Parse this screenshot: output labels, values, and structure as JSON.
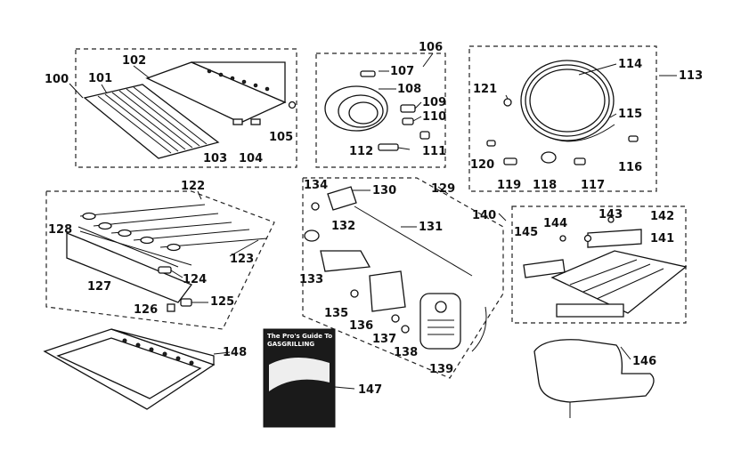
{
  "callouts": {
    "c100": "100",
    "c101": "101",
    "c102": "102",
    "c103": "103",
    "c104": "104",
    "c105": "105",
    "c106": "106",
    "c107": "107",
    "c108": "108",
    "c109": "109",
    "c110": "110",
    "c111": "111",
    "c112": "112",
    "c113": "113",
    "c114": "114",
    "c115": "115",
    "c116": "116",
    "c117": "117",
    "c118": "118",
    "c119": "119",
    "c120": "120",
    "c121": "121",
    "c122": "122",
    "c123": "123",
    "c124": "124",
    "c125": "125",
    "c126": "126",
    "c127": "127",
    "c128": "128",
    "c129": "129",
    "c130": "130",
    "c131": "131",
    "c132": "132",
    "c133": "133",
    "c134": "134",
    "c135": "135",
    "c136": "136",
    "c137": "137",
    "c138": "138",
    "c139": "139",
    "c140": "140",
    "c141": "141",
    "c142": "142",
    "c143": "143",
    "c144": "144",
    "c145": "145",
    "c146": "146",
    "c147": "147",
    "c148": "148"
  },
  "booklet": {
    "line1": "The Pro's Guide To",
    "line2": "GASGRILLING"
  }
}
